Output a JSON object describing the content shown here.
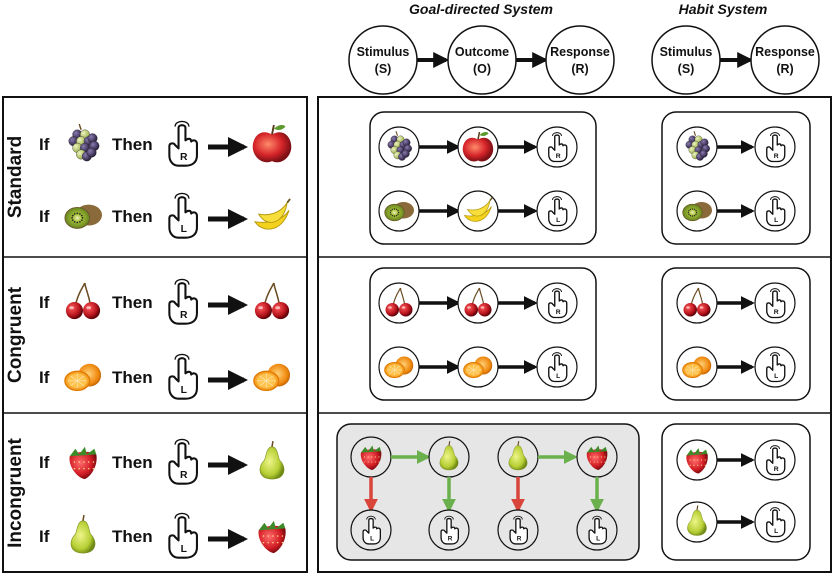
{
  "headers": {
    "goal": "Goal-directed System",
    "habit": "Habit System"
  },
  "nodes": {
    "stimulus": "Stimulus",
    "stimulus_abbr": "(S)",
    "outcome": "Outcome",
    "outcome_abbr": "(O)",
    "response": "Response",
    "response_abbr": "(R)"
  },
  "rows": [
    {
      "label": "Standard",
      "rules": [
        {
          "if": "If",
          "then": "Then",
          "stimulus": "grapes",
          "hand": "R",
          "outcome": "apple"
        },
        {
          "if": "If",
          "then": "Then",
          "stimulus": "kiwi",
          "hand": "L",
          "outcome": "banana"
        }
      ]
    },
    {
      "label": "Congruent",
      "rules": [
        {
          "if": "If",
          "then": "Then",
          "stimulus": "cherries",
          "hand": "R",
          "outcome": "cherries"
        },
        {
          "if": "If",
          "then": "Then",
          "stimulus": "orange",
          "hand": "L",
          "outcome": "orange"
        }
      ]
    },
    {
      "label": "Incongruent",
      "rules": [
        {
          "if": "If",
          "then": "Then",
          "stimulus": "strawberry",
          "hand": "R",
          "outcome": "pear"
        },
        {
          "if": "If",
          "then": "Then",
          "stimulus": "pear",
          "hand": "L",
          "outcome": "strawberry"
        }
      ]
    }
  ],
  "colors": {
    "green_arrow": "#6ab04c",
    "red_arrow": "#d9453b",
    "incongruent_fill": "#e6e6e6"
  }
}
